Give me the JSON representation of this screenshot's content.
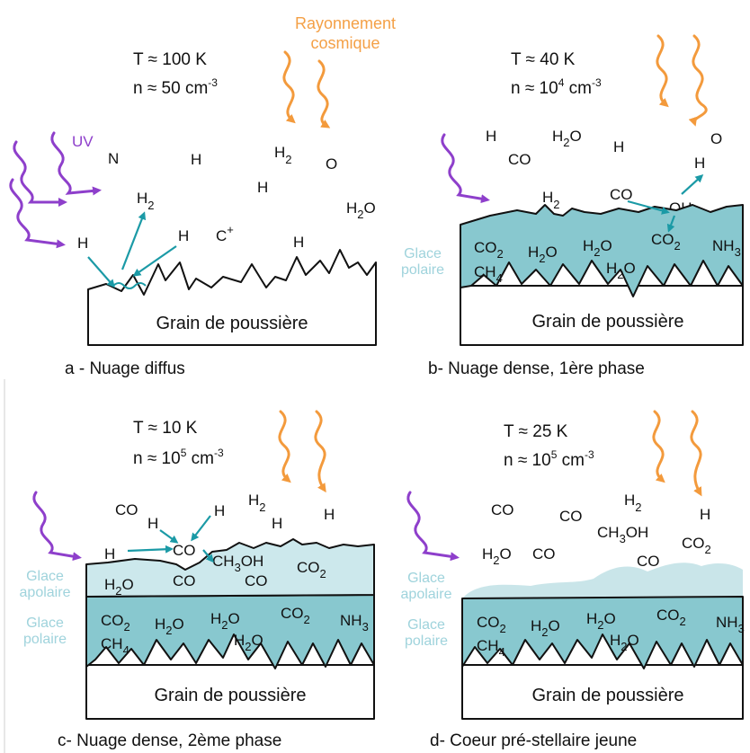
{
  "colors": {
    "cosmic": "#f39a3c",
    "uv": "#8e3fcb",
    "polar_ice": "#88c8cf",
    "apolar_ice": "#cce8ec",
    "arrow": "#1b9aa6",
    "ice_label": "#9fd3dc"
  },
  "labels": {
    "cosmic_line1": "Rayonnement",
    "cosmic_line2": "cosmique",
    "uv": "UV",
    "grain": "Grain de poussière",
    "glace_polaire_1": "Glace",
    "glace_polaire_2": "polaire",
    "glace_apolaire_1": "Glace",
    "glace_apolaire_2": "apolaire"
  },
  "panels": {
    "a": {
      "T": "T ≈ 100 K",
      "n": "n ≈ 50 cm",
      "n_exp": "-3",
      "caption": "a - Nuage diffus"
    },
    "b": {
      "T": "T ≈ 40 K",
      "n": "n ≈ 10",
      "n_pow": "4",
      "n_unit": " cm",
      "n_exp": "-3",
      "caption": "b- Nuage dense, 1ère phase"
    },
    "c": {
      "T": "T ≈ 10 K",
      "n": "n ≈ 10",
      "n_pow": "5",
      "n_unit": " cm",
      "n_exp": "-3",
      "caption": "c- Nuage dense, 2ème phase"
    },
    "d": {
      "T": "T ≈ 25 K",
      "n": "n ≈ 10",
      "n_pow": "5",
      "n_unit": " cm",
      "n_exp": "-3",
      "caption": "d- Coeur pré-stellaire jeune"
    }
  },
  "mol": {
    "H": "H",
    "N": "N",
    "O": "O",
    "C": "C",
    "CO": "CO",
    "OH": "OH",
    "H2": "H",
    "H2O": "H",
    "CO2": "CO",
    "CH4": "CH",
    "NH3": "NH",
    "CH3OH": "CH",
    "CH3OH_tail": "OH",
    "O_tail": "O",
    "sub2": "2",
    "sub3": "3",
    "sub4": "4",
    "plus": "+"
  }
}
